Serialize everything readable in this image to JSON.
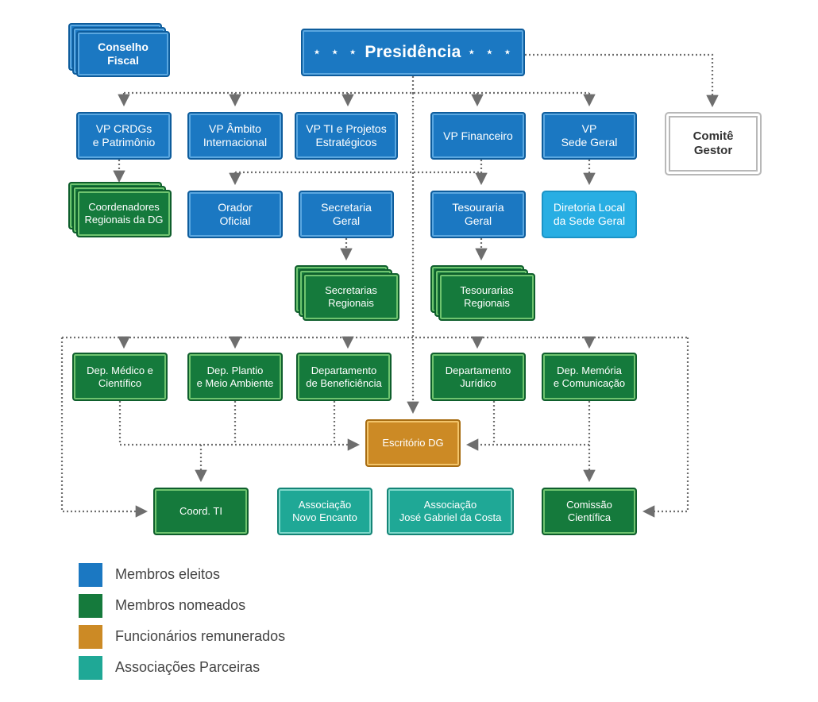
{
  "nodes": {
    "presidencia": "Presidência",
    "conselho_fiscal": [
      "Conselho",
      "Fiscal"
    ],
    "comite_gestor": [
      "Comitê",
      "Gestor"
    ],
    "vp_crdgs": [
      "VP CRDGs",
      "e Patrimônio"
    ],
    "vp_ambito": [
      "VP Âmbito",
      "Internacional"
    ],
    "vp_ti": [
      "VP TI e Projetos",
      "Estratégicos"
    ],
    "vp_financeiro": [
      "VP Financeiro"
    ],
    "vp_sede": [
      "VP",
      "Sede Geral"
    ],
    "coordenadores": [
      "Coordenadores",
      "Regionais da DG"
    ],
    "orador": [
      "Orador",
      "Oficial"
    ],
    "secretaria_geral": [
      "Secretaria",
      "Geral"
    ],
    "tesouraria_geral": [
      "Tesouraria",
      "Geral"
    ],
    "diretoria_local": [
      "Diretoria Local",
      "da Sede Geral"
    ],
    "secretarias_regionais": [
      "Secretarias",
      "Regionais"
    ],
    "tesourarias_regionais": [
      "Tesourarias",
      "Regionais"
    ],
    "dep_medico": [
      "Dep. Médico e",
      "Científico"
    ],
    "dep_plantio": [
      "Dep. Plantio",
      "e Meio Ambiente"
    ],
    "dep_beneficiencia": [
      "Departamento",
      "de Beneficiência"
    ],
    "dep_juridico": [
      "Departamento",
      "Jurídico"
    ],
    "dep_memoria": [
      "Dep. Memória",
      "e Comunicação"
    ],
    "escritorio_dg": [
      "Escritório DG"
    ],
    "coord_ti": [
      "Coord. TI"
    ],
    "assoc_novo_encanto": [
      "Associação",
      "Novo Encanto"
    ],
    "assoc_jose_gabriel": [
      "Associação",
      "José Gabriel da Costa"
    ],
    "comissao_cientifica": [
      "Comissão",
      "Científica"
    ]
  },
  "stars": "★ ★ ★",
  "legend": [
    {
      "label": "Membros eleitos",
      "color": "#1b78c2"
    },
    {
      "label": "Membros nomeados",
      "color": "#157a3c"
    },
    {
      "label": "Funcionários remunerados",
      "color": "#cc8a25"
    },
    {
      "label": "Associações Parceiras",
      "color": "#1fa896"
    }
  ],
  "colors": {
    "connector": "#6e6e6e"
  }
}
